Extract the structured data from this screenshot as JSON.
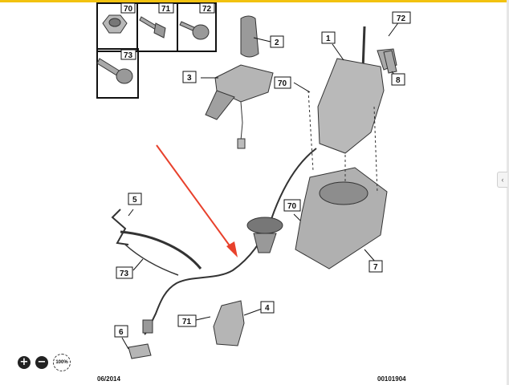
{
  "diagram": {
    "callouts": {
      "c1": "1",
      "c2": "2",
      "c3": "3",
      "c4": "4",
      "c5": "5",
      "c6": "6",
      "c7": "7",
      "c8": "8",
      "c70a": "70",
      "c70b": "70",
      "c70c": "70",
      "c71a": "71",
      "c71b": "71",
      "c72a": "72",
      "c72b": "72",
      "c73a": "73",
      "c73b": "73"
    },
    "arrow_color": "#e8412c",
    "accent_color": "#f2c20f"
  },
  "footer": {
    "date": "06/2014",
    "ref_number": "00101904"
  },
  "zoom": {
    "in_icon": "+",
    "out_icon": "−",
    "reset_label": "100%"
  },
  "sidebar": {
    "toggle_icon": "‹"
  }
}
